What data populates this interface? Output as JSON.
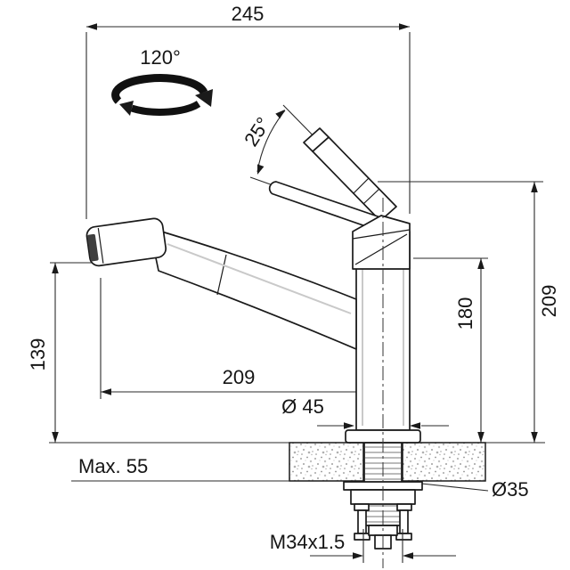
{
  "labels": {
    "top_width": "245",
    "swivel_angle": "120°",
    "tilt_angle": "25°",
    "total_height": "209",
    "spout_height": "180",
    "outlet_height": "139",
    "spout_reach": "209",
    "body_diameter": "Ø 45",
    "max_counter": "Max. 55",
    "hole_diameter": "Ø35",
    "thread_size": "M34x1.5"
  },
  "colors": {
    "line": "#1a1a1a",
    "background": "#ffffff",
    "counter_speckle": "#a0a0a0"
  }
}
